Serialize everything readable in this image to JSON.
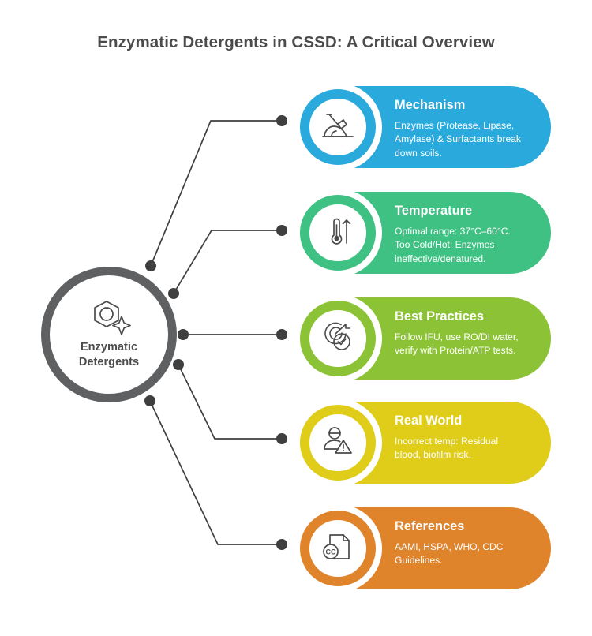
{
  "page": {
    "title": "Enzymatic Detergents in CSSD: A Critical Overview",
    "background_color": "#ffffff",
    "title_color": "#4b4b4b"
  },
  "hub": {
    "label": "Enzymatic\nDetergents",
    "icon": "hexagon-sparkle-icon",
    "ring_color": "#5f6062",
    "text_color": "#4b4b4b"
  },
  "connectors": {
    "color": "#3f3f3f",
    "dot_color": "#3f3f3f",
    "count": 5
  },
  "cards": [
    {
      "id": "mechanism",
      "title": "Mechanism",
      "description": "Enzymes (Protease, Lipase,\nAmylase) & Surfactants break\ndown soils.",
      "color": "#2aa9dc",
      "icon": "shovel-soil-icon"
    },
    {
      "id": "temperature",
      "title": "Temperature",
      "description": "Optimal range: 37°C–60°C.\nToo Cold/Hot: Enzymes\nineffective/denatured.",
      "color": "#3fc183",
      "icon": "thermometer-arrow-icon"
    },
    {
      "id": "best-practices",
      "title": "Best Practices",
      "description": "Follow IFU, use RO/DI water,\nverify with Protein/ATP tests.",
      "color": "#8cc236",
      "icon": "target-check-icon"
    },
    {
      "id": "real-world",
      "title": "Real World",
      "description": "Incorrect temp: Residual\nblood, biofilm risk.",
      "color": "#dfcd19",
      "icon": "person-warning-icon"
    },
    {
      "id": "references",
      "title": "References",
      "description": "AAMI, HSPA, WHO, CDC\nGuidelines.",
      "color": "#e0842c",
      "icon": "document-cc-icon"
    }
  ]
}
